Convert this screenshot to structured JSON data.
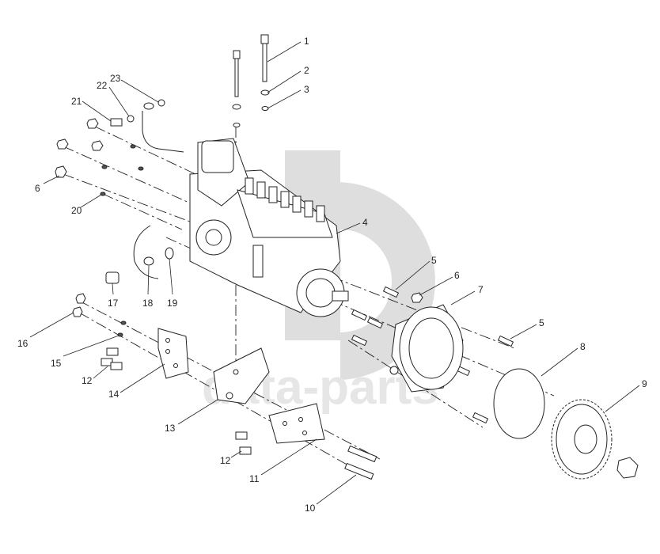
{
  "watermark": {
    "text": "data-parts",
    "logo": "dp-logo"
  },
  "callouts": [
    {
      "id": "c1",
      "label": "1"
    },
    {
      "id": "c2",
      "label": "2"
    },
    {
      "id": "c3",
      "label": "3"
    },
    {
      "id": "c4",
      "label": "4"
    },
    {
      "id": "c5a",
      "label": "5"
    },
    {
      "id": "c6a",
      "label": "6"
    },
    {
      "id": "c7",
      "label": "7"
    },
    {
      "id": "c5b",
      "label": "5"
    },
    {
      "id": "c8",
      "label": "8"
    },
    {
      "id": "c9",
      "label": "9"
    },
    {
      "id": "c6b",
      "label": "6"
    },
    {
      "id": "c20",
      "label": "20"
    },
    {
      "id": "c21",
      "label": "21"
    },
    {
      "id": "c22",
      "label": "22"
    },
    {
      "id": "c23",
      "label": "23"
    },
    {
      "id": "c17",
      "label": "17"
    },
    {
      "id": "c18",
      "label": "18"
    },
    {
      "id": "c19",
      "label": "19"
    },
    {
      "id": "c16",
      "label": "16"
    },
    {
      "id": "c15",
      "label": "15"
    },
    {
      "id": "c12a",
      "label": "12"
    },
    {
      "id": "c14",
      "label": "14"
    },
    {
      "id": "c13",
      "label": "13"
    },
    {
      "id": "c12b",
      "label": "12"
    },
    {
      "id": "c11",
      "label": "11"
    },
    {
      "id": "c10",
      "label": "10"
    }
  ]
}
